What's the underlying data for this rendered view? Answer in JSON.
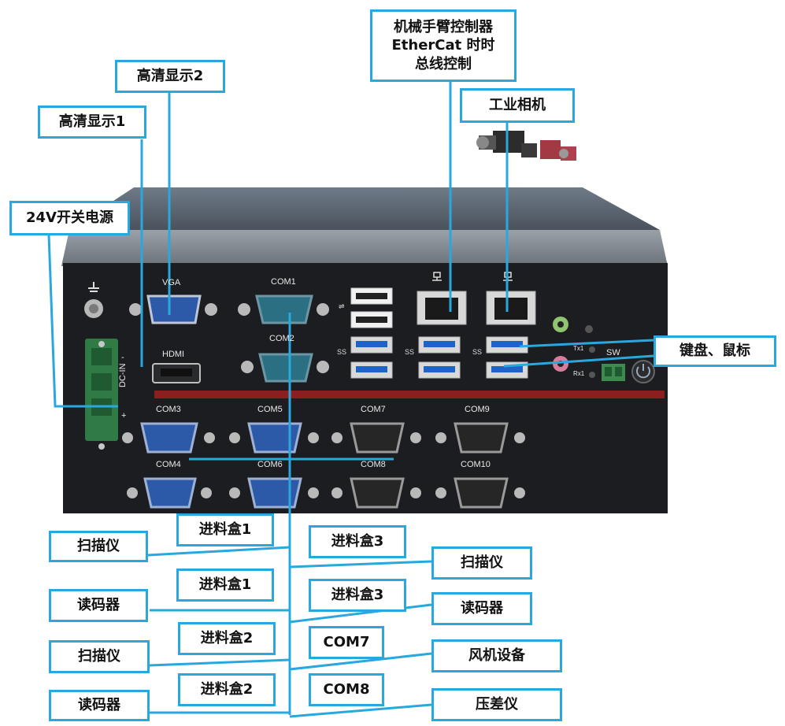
{
  "colors": {
    "accent": "#29a8e0",
    "chassis": "#1c1d20",
    "stripe": "#8b1f1f",
    "db9_blue": "#2d5aa8",
    "usb_blue": "#1f63c8"
  },
  "labels": {
    "robot_arm": "机械手臂控制器\nEtherCat 时时\n总线控制",
    "hd2": "高清显示2",
    "hd1": "高清显示1",
    "power": "24V开关电源",
    "camera": "工业相机",
    "keyboard": "键盘、鼠标",
    "left": [
      "扫描仪",
      "读码器",
      "扫描仪",
      "读码器"
    ],
    "mid_left": [
      "进料盒1",
      "进料盒1",
      "进料盒2",
      "进料盒2"
    ],
    "mid_right": [
      "进料盒3",
      "进料盒3",
      "COM7",
      "COM8"
    ],
    "right": [
      "扫描仪",
      "读码器",
      "风机设备",
      "压差仪"
    ]
  },
  "ports": {
    "vga": "VGA",
    "hdmi": "HDMI",
    "dcin": "DC-IN",
    "sw": "SW",
    "com1": "COM1",
    "com2": "COM2",
    "com3": "COM3",
    "com4": "COM4",
    "com5": "COM5",
    "com6": "COM6",
    "com7": "COM7",
    "com8": "COM8",
    "com9": "COM9",
    "com10": "COM10",
    "tx": "Tx1",
    "rx": "Rx1",
    "plus": "+",
    "minus": "-"
  },
  "icons": [
    "ground-icon",
    "usb-icon",
    "ethernet-icon",
    "power-button-icon"
  ]
}
